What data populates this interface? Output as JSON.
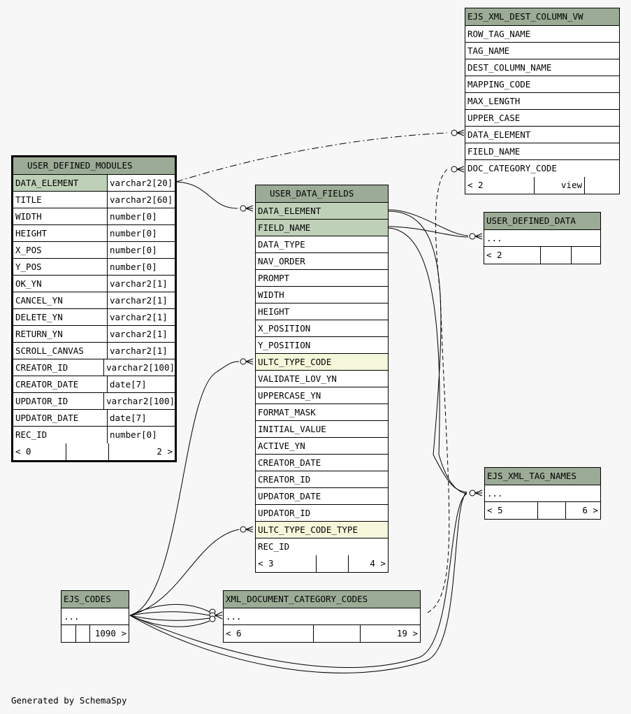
{
  "footer": "Generated by SchemaSpy",
  "user_defined_modules": {
    "name": "USER_DEFINED_MODULES",
    "columns": [
      {
        "name": "DATA_ELEMENT",
        "type": "varchar2[20]"
      },
      {
        "name": "TITLE",
        "type": "varchar2[60]"
      },
      {
        "name": "WIDTH",
        "type": "number[0]"
      },
      {
        "name": "HEIGHT",
        "type": "number[0]"
      },
      {
        "name": "X_POS",
        "type": "number[0]"
      },
      {
        "name": "Y_POS",
        "type": "number[0]"
      },
      {
        "name": "OK_YN",
        "type": "varchar2[1]"
      },
      {
        "name": "CANCEL_YN",
        "type": "varchar2[1]"
      },
      {
        "name": "DELETE_YN",
        "type": "varchar2[1]"
      },
      {
        "name": "RETURN_YN",
        "type": "varchar2[1]"
      },
      {
        "name": "SCROLL_CANVAS",
        "type": "varchar2[1]"
      },
      {
        "name": "CREATOR_ID",
        "type": "varchar2[100]"
      },
      {
        "name": "CREATOR_DATE",
        "type": "date[7]"
      },
      {
        "name": "UPDATOR_ID",
        "type": "varchar2[100]"
      },
      {
        "name": "UPDATOR_DATE",
        "type": "date[7]"
      },
      {
        "name": "REC_ID",
        "type": "number[0]"
      }
    ],
    "footer": {
      "left": "< 0",
      "right": "2 >"
    }
  },
  "user_data_fields": {
    "name": "USER_DATA_FIELDS",
    "columns": [
      "DATA_ELEMENT",
      "FIELD_NAME",
      "DATA_TYPE",
      "NAV_ORDER",
      "PROMPT",
      "WIDTH",
      "HEIGHT",
      "X_POSITION",
      "Y_POSITION",
      "ULTC_TYPE_CODE",
      "VALIDATE_LOV_YN",
      "UPPERCASE_YN",
      "FORMAT_MASK",
      "INITIAL_VALUE",
      "ACTIVE_YN",
      "CREATOR_DATE",
      "CREATOR_ID",
      "UPDATOR_DATE",
      "UPDATOR_ID",
      "ULTC_TYPE_CODE_TYPE",
      "REC_ID"
    ],
    "footer": {
      "left": "< 3",
      "right": "4 >"
    }
  },
  "ejs_xml_dest_column_vw": {
    "name": "EJS_XML_DEST_COLUMN_VW",
    "columns": [
      "ROW_TAG_NAME",
      "TAG_NAME",
      "DEST_COLUMN_NAME",
      "MAPPING_CODE",
      "MAX_LENGTH",
      "UPPER_CASE",
      "DATA_ELEMENT",
      "FIELD_NAME",
      "DOC_CATEGORY_CODE"
    ],
    "footer": {
      "left": "< 2",
      "middle": "view"
    }
  },
  "user_defined_data": {
    "name": "USER_DEFINED_DATA",
    "body": "...",
    "footer": {
      "left": "< 2"
    }
  },
  "ejs_xml_tag_names": {
    "name": "EJS_XML_TAG_NAMES",
    "body": "...",
    "footer": {
      "left": "< 5",
      "right": "6 >"
    }
  },
  "ejs_codes": {
    "name": "EJS_CODES",
    "body": "...",
    "footer": {
      "right": "1090 >"
    }
  },
  "xml_document_category_codes": {
    "name": "XML_DOCUMENT_CATEGORY_CODES",
    "body": "...",
    "footer": {
      "left": "< 6",
      "right": "19 >"
    }
  }
}
